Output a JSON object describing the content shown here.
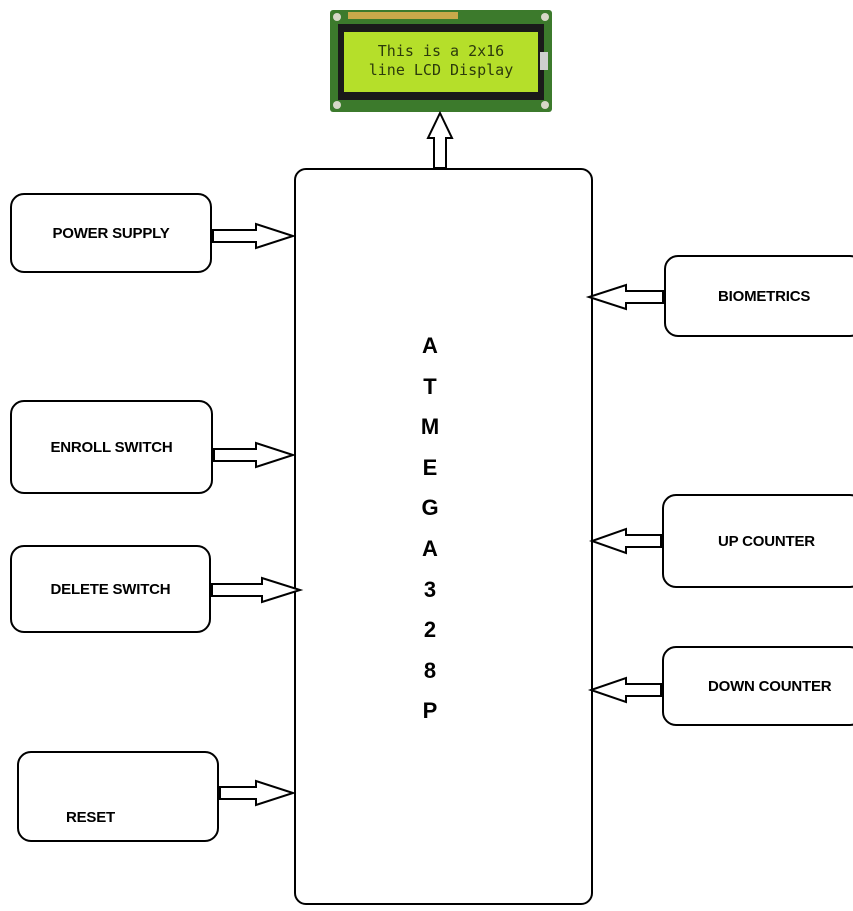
{
  "lcd": {
    "line1": "This is a 2x16",
    "line2": "line LCD Display"
  },
  "microcontroller": {
    "letters": [
      "A",
      "T",
      "M",
      "E",
      "G",
      "A",
      "3",
      "2",
      "8",
      "P"
    ]
  },
  "inputs_left": {
    "power_supply": "POWER SUPPLY",
    "enroll_switch": "ENROLL SWITCH",
    "delete_switch": "DELETE SWITCH",
    "reset": "RESET"
  },
  "inputs_right": {
    "biometrics": "BIOMETRICS",
    "up_counter": "UP COUNTER",
    "down_counter": "DOWN COUNTER"
  },
  "colors": {
    "lcd_screen": "#b5df2a",
    "lcd_pcb": "#3c7a2c",
    "lcd_bezel": "#1a1a1a",
    "stroke": "#000000"
  }
}
